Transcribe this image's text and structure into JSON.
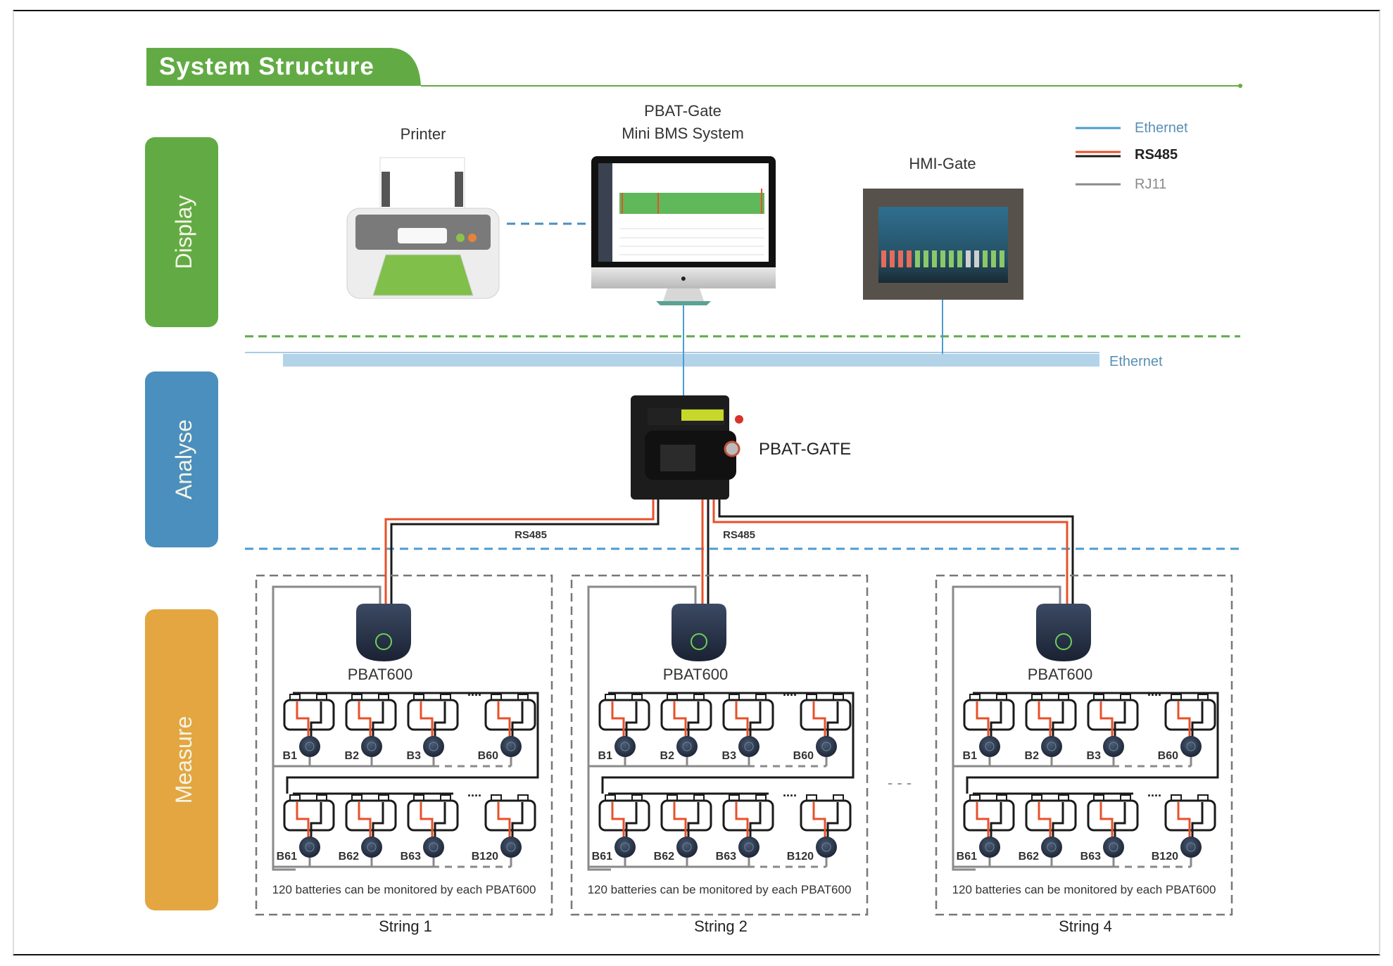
{
  "title": "System Structure",
  "colors": {
    "green": "#62ab44",
    "blue": "#4a8fbd",
    "orange": "#e3a640",
    "ethernet": "#4a9ccf",
    "rs485_red": "#e8502a",
    "rs485_black": "#1a1a1a",
    "rj11": "#8a8a8a"
  },
  "layers": [
    {
      "label": "Display",
      "color": "#62ab44"
    },
    {
      "label": "Analyse",
      "color": "#4a8fbd"
    },
    {
      "label": "Measure",
      "color": "#e3a640"
    }
  ],
  "legend": [
    {
      "label": "Ethernet",
      "type": "ethernet"
    },
    {
      "label": "RS485",
      "type": "rs485"
    },
    {
      "label": "RJ11",
      "type": "rj11"
    }
  ],
  "devices": {
    "printer": "Printer",
    "bms_line1": "PBAT-Gate",
    "bms_line2": "Mini BMS System",
    "hmi": "HMI-Gate",
    "gate": "PBAT-GATE",
    "bus_label": "Ethernet"
  },
  "rs485_labels": [
    "RS485",
    "RS485"
  ],
  "strings": [
    {
      "name": "String 1",
      "module": "PBAT600",
      "row1": [
        "B1",
        "B2",
        "B3",
        "B60"
      ],
      "row2": [
        "B61",
        "B62",
        "B63",
        "B120"
      ],
      "note": "120 batteries can be monitored by each PBAT600"
    },
    {
      "name": "String 2",
      "module": "PBAT600",
      "row1": [
        "B1",
        "B2",
        "B3",
        "B60"
      ],
      "row2": [
        "B61",
        "B62",
        "B63",
        "B120"
      ],
      "note": "120 batteries can be monitored by each PBAT600"
    },
    {
      "name": "String 4",
      "module": "PBAT600",
      "row1": [
        "B1",
        "B2",
        "B3",
        "B60"
      ],
      "row2": [
        "B61",
        "B62",
        "B63",
        "B120"
      ],
      "note": "120 batteries can be monitored by each PBAT600"
    }
  ],
  "ellipsis": "....",
  "strings_gap": "- - -"
}
